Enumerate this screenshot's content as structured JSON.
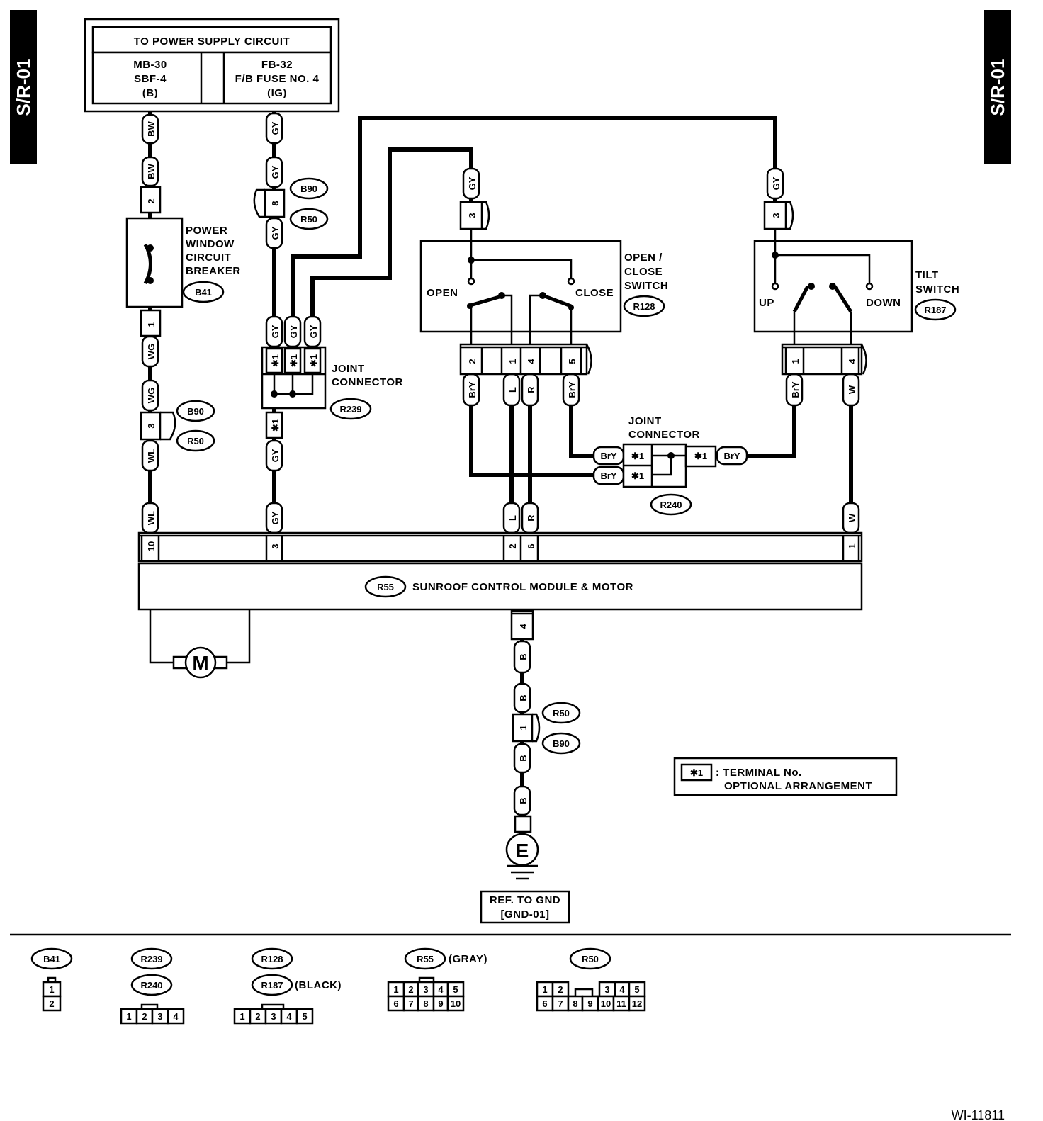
{
  "side_tab": "S/R-01",
  "power_supply": {
    "title": "TO POWER SUPPLY CIRCUIT",
    "left": [
      "MB-30",
      "SBF-4",
      "(B)"
    ],
    "right": [
      "FB-32",
      "F/B FUSE NO. 4",
      "(IG)"
    ]
  },
  "breaker": {
    "label": [
      "POWER",
      "WINDOW",
      "CIRCUIT",
      "BREAKER"
    ],
    "ref": "B41",
    "pin_in": "2",
    "pin_out": "1"
  },
  "wires": {
    "bw": "BW",
    "gy": "GY",
    "wg": "WG",
    "wl": "WL",
    "bry": "BrY",
    "l": "L",
    "r": "R",
    "w": "W",
    "b": "B"
  },
  "connectors": {
    "b90": "B90",
    "r50": "R50",
    "pin3": "3",
    "pin8": "8",
    "pin1": "1",
    "star": "✱1"
  },
  "joint1": {
    "label": [
      "JOINT",
      "CONNECTOR"
    ],
    "ref": "R239"
  },
  "joint2": {
    "label": [
      "JOINT",
      "CONNECTOR"
    ],
    "ref": "R240"
  },
  "open_close": {
    "label": [
      "OPEN /",
      "CLOSE",
      "SWITCH"
    ],
    "ref": "R128",
    "open": "OPEN",
    "close": "CLOSE",
    "pin_top": "3",
    "pins": [
      "2",
      "1",
      "4",
      "5"
    ]
  },
  "tilt": {
    "label": [
      "TILT",
      "SWITCH"
    ],
    "ref": "R187",
    "up": "UP",
    "down": "DOWN",
    "pin_top": "3",
    "pins": [
      "1",
      "4"
    ]
  },
  "module": {
    "ref": "R55",
    "label": "SUNROOF CONTROL MODULE & MOTOR",
    "pins": [
      "10",
      "3",
      "2",
      "6",
      "1"
    ],
    "motor": "M",
    "ground_pin": "4"
  },
  "ground": {
    "symbol": "E",
    "ref": [
      "REF. TO GND",
      "[GND-01]"
    ]
  },
  "legend": {
    "star": "✱1",
    "text": [
      ": TERMINAL No.",
      "OPTIONAL ARRANGEMENT"
    ]
  },
  "connector_views": {
    "b41": "B41",
    "r239": "R239",
    "r240": "R240",
    "r128": "R128",
    "r187": "R187",
    "black": "(BLACK)",
    "r55": "R55",
    "gray": "(GRAY)",
    "r50": "R50",
    "b41_pins": [
      "1",
      "2"
    ],
    "four_pins": [
      "1",
      "2",
      "3",
      "4"
    ],
    "five_pins": [
      "1",
      "2",
      "3",
      "4",
      "5"
    ],
    "r55_row1": [
      "1",
      "2",
      "3",
      "4",
      "5"
    ],
    "r55_row2": [
      "6",
      "7",
      "8",
      "9",
      "10"
    ],
    "r50_row1a": [
      "1",
      "2"
    ],
    "r50_row1b": [
      "3",
      "4",
      "5"
    ],
    "r50_row2": [
      "6",
      "7",
      "8",
      "9",
      "10",
      "11",
      "12"
    ]
  },
  "doc_id": "WI-11811"
}
